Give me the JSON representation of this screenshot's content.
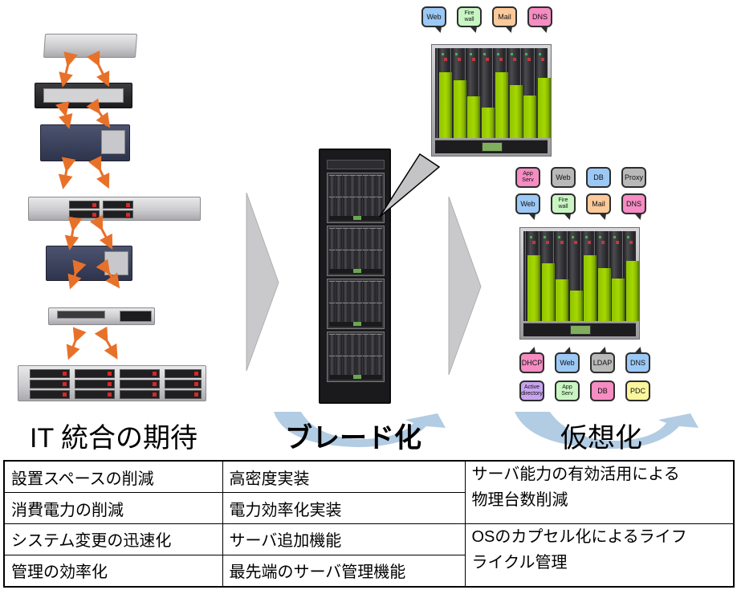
{
  "colors": {
    "arrow_orange": "#e8712a",
    "chevron_gray": "#c9c9cb",
    "curve_blue": "#a9c7e0",
    "bar_green": "#9acd00",
    "tag_blue": "#9cc8f5",
    "tag_green": "#c9f5c3",
    "tag_orange": "#fbc99a",
    "tag_pink": "#f58cc2",
    "tag_gray": "#b9b9b9",
    "tag_purple": "#c9a4f0",
    "tag_yellow": "#fbf59c"
  },
  "headings": {
    "legacy": "IT 統合の期待",
    "blade": "ブレード化",
    "virtual": "仮想化"
  },
  "top_enclosure": {
    "tags": [
      {
        "label": "Web",
        "color": "#9cc8f5"
      },
      {
        "label": "Fire\nwall",
        "color": "#c9f5c3"
      },
      {
        "label": "Mail",
        "color": "#fbc99a"
      },
      {
        "label": "DNS",
        "color": "#f58cc2"
      }
    ],
    "bar_levels": [
      1.0,
      0.88,
      0.63,
      0.46,
      1.0,
      0.8,
      0.65,
      0.92
    ]
  },
  "virtual_enclosure": {
    "tags_top_row1": [
      {
        "label": "App\nServ",
        "color": "#f58cc2"
      },
      {
        "label": "Web",
        "color": "#b9b9b9"
      },
      {
        "label": "DB",
        "color": "#9cc8f5"
      },
      {
        "label": "Proxy",
        "color": "#b9b9b9"
      }
    ],
    "tags_top_row2": [
      {
        "label": "Web",
        "color": "#9cc8f5"
      },
      {
        "label": "Fire\nwall",
        "color": "#c9f5c3"
      },
      {
        "label": "Mail",
        "color": "#fbc99a"
      },
      {
        "label": "DNS",
        "color": "#f58cc2"
      }
    ],
    "tags_bottom_row1": [
      {
        "label": "DHCP",
        "color": "#f58cc2"
      },
      {
        "label": "Web",
        "color": "#9cc8f5"
      },
      {
        "label": "LDAP",
        "color": "#b9b9b9"
      },
      {
        "label": "DNS",
        "color": "#9cc8f5"
      }
    ],
    "tags_bottom_row2": [
      {
        "label": "Active\ndirectory",
        "color": "#c9a4f0"
      },
      {
        "label": "App\nServ",
        "color": "#c9f5c3"
      },
      {
        "label": "DB",
        "color": "#f58cc2"
      },
      {
        "label": "PDC",
        "color": "#fbf59c"
      }
    ],
    "bar_levels": [
      1.0,
      0.88,
      0.63,
      0.46,
      1.0,
      0.8,
      0.65,
      0.92
    ]
  },
  "table": {
    "col1": [
      "設置スペースの削減",
      "消費電力の削減",
      "システム変更の迅速化",
      "管理の効率化"
    ],
    "col2": [
      "高密度実装",
      "電力効率化実装",
      "サーバ追加機能",
      "最先端のサーバ管理機能"
    ],
    "col3": [
      "サーバ能力の有効活用による\n物理台数削減",
      "OSのカプセル化によるライフ\nライクル管理"
    ]
  }
}
